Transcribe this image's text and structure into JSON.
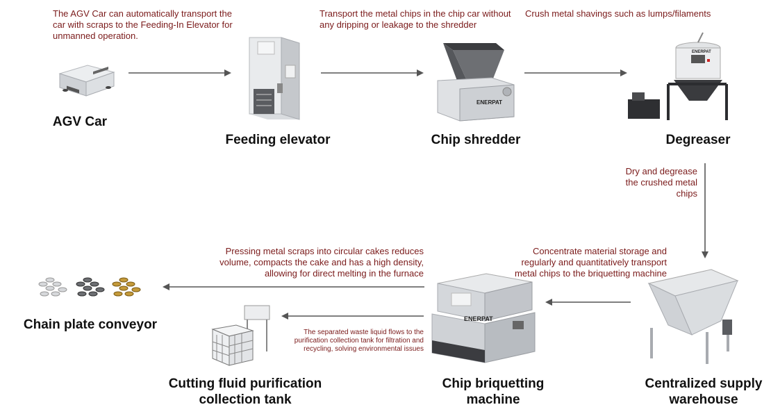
{
  "stages": {
    "agv": {
      "title": "AGV Car",
      "desc": "The AGV Car can automatically transport the car with scraps to the Feeding-In Elevator for unmanned operation."
    },
    "elevator": {
      "title": "Feeding elevator",
      "desc": "Transport the metal chips in the chip car without any dripping or leakage to the shredder"
    },
    "shredder": {
      "title": "Chip shredder",
      "desc": "Crush metal shavings such as lumps/filaments",
      "brand": "ENERPAT"
    },
    "degreaser": {
      "title": "Degreaser",
      "desc": "Dry and degrease the crushed metal chips",
      "brand": "ENERPAT"
    },
    "warehouse": {
      "title": "Centralized supply warehouse",
      "desc": "Concentrate material storage and regularly and quantitatively transport metal chips to the briquetting machine"
    },
    "briquetting": {
      "title": "Chip briquetting machine",
      "desc": "Pressing metal scraps into circular cakes reduces volume, compacts the cake and has a high density, allowing for direct melting in the furnace",
      "brand": "ENERPAT"
    },
    "tank": {
      "title": "Cutting fluid purification collection tank",
      "desc": "The separated waste liquid flows to the purification collection tank for filtration and recycling, solving environmental issues"
    },
    "conveyor": {
      "title": "Chain plate conveyor"
    }
  },
  "colors": {
    "desc": "#7a1a1a",
    "title": "#111111",
    "arrow": "#555555"
  }
}
